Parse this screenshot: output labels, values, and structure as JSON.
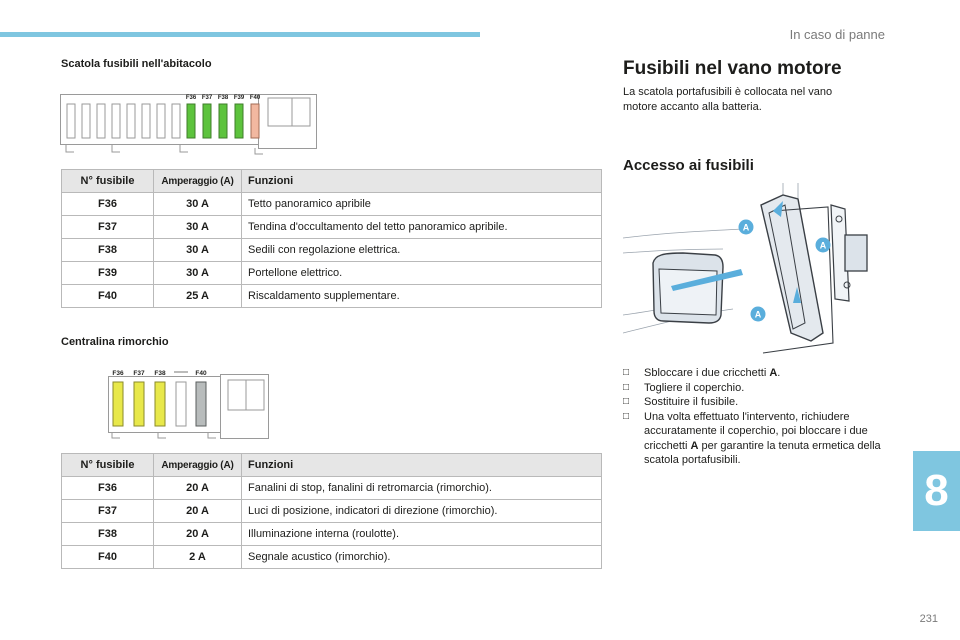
{
  "header": {
    "chapter": "In caso di panne"
  },
  "section_number": "8",
  "page_number": "231",
  "cabin": {
    "heading": "Scatola fusibili nell'abitacolo",
    "fuse_labels": [
      "F36",
      "F37",
      "F38",
      "F39",
      "F40"
    ],
    "columns": [
      "N° fusibile",
      "Amperaggio (A)",
      "Funzioni"
    ],
    "rows": [
      [
        "F36",
        "30 A",
        "Tetto panoramico apribile"
      ],
      [
        "F37",
        "30 A",
        "Tendina d'occultamento del tetto panoramico apribile."
      ],
      [
        "F38",
        "30 A",
        "Sedili con regolazione elettrica."
      ],
      [
        "F39",
        "30 A",
        "Portellone elettrico."
      ],
      [
        "F40",
        "25 A",
        "Riscaldamento supplementare."
      ]
    ]
  },
  "trailer": {
    "heading": "Centralina rimorchio",
    "fuse_labels": [
      "F36",
      "F37",
      "F38",
      "F40"
    ],
    "columns": [
      "N° fusibile",
      "Amperaggio (A)",
      "Funzioni"
    ],
    "rows": [
      [
        "F36",
        "20 A",
        "Fanalini di stop, fanalini di retromarcia (rimorchio)."
      ],
      [
        "F37",
        "20 A",
        "Luci di posizione, indicatori di direzione (rimorchio)."
      ],
      [
        "F38",
        "20 A",
        "Illuminazione interna (roulotte)."
      ],
      [
        "F40",
        "2 A",
        "Segnale acustico (rimorchio)."
      ]
    ]
  },
  "engine": {
    "title": "Fusibili nel vano motore",
    "intro": "La scatola portafusibili è collocata nel vano motore accanto alla batteria.",
    "access_title": "Accesso ai fusibili",
    "callout_label": "A",
    "steps": [
      {
        "pre": "Sbloccare i due cricchetti ",
        "bold": "A",
        "post": "."
      },
      {
        "pre": "Togliere il coperchio.",
        "bold": "",
        "post": ""
      },
      {
        "pre": "Sostituire il fusibile.",
        "bold": "",
        "post": ""
      },
      {
        "pre": "Una volta effettuato l'intervento, richiudere accuratamente il coperchio, poi bloccare i due cricchetti ",
        "bold": "A",
        "post": " per garantire la tenuta ermetica della scatola portafusibili."
      }
    ]
  },
  "colors": {
    "accent": "#7fc6e0",
    "fuse_green": "#5dc33d",
    "fuse_salmon": "#f2b8a0",
    "fuse_yellow": "#e8e84a",
    "fuse_grey": "#b8bcbc",
    "callout": "#5aaedc"
  }
}
